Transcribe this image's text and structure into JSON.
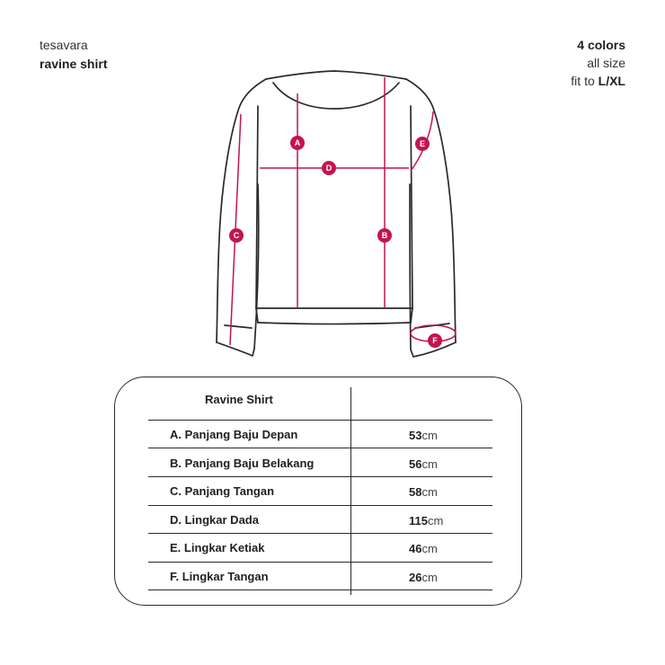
{
  "brand": {
    "name": "tesavara",
    "product": "ravine shirt"
  },
  "info": {
    "colors": "4 colors",
    "size": "all size",
    "fit_prefix": "fit to",
    "fit_value": "L/XL"
  },
  "markers": [
    "A",
    "B",
    "C",
    "D",
    "E",
    "F"
  ],
  "accent_color": "#c2154f",
  "size_table": {
    "header": "Ravine Shirt",
    "unit": "cm",
    "rows": [
      {
        "label": "A. Panjang Baju Depan",
        "value": "53"
      },
      {
        "label": "B. Panjang Baju Belakang",
        "value": "56"
      },
      {
        "label": "C. Panjang Tangan",
        "value": "58"
      },
      {
        "label": "D. Lingkar Dada",
        "value": "115"
      },
      {
        "label": "E. Lingkar Ketiak",
        "value": "46"
      },
      {
        "label": "F. Lingkar Tangan",
        "value": "26"
      }
    ]
  }
}
